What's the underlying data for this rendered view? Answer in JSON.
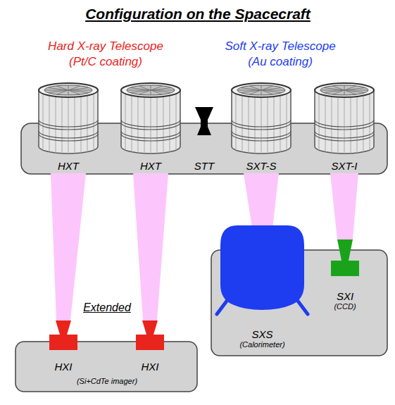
{
  "diagram": {
    "title": "Configuration on the Spacecraft",
    "nodes": [
      {
        "text": [
          "HXT"
        ]
      },
      {
        "text": [
          "HXT"
        ]
      },
      {
        "text": [
          "STT"
        ]
      },
      {
        "text": [
          "SXT-S"
        ]
      },
      {
        "text": [
          "SXT-I"
        ]
      },
      {
        "text": [
          "SXS",
          "(Calorimeter)"
        ]
      },
      {
        "text": [
          "SXI",
          "(CCD)"
        ]
      },
      {
        "text": [
          "HXI"
        ]
      },
      {
        "text": [
          "HXI"
        ]
      }
    ],
    "edges": [
      {
        "from": 0,
        "to": 7,
        "arrow": "none"
      },
      {
        "from": 1,
        "to": 8,
        "arrow": "none"
      },
      {
        "from": 3,
        "to": 5,
        "arrow": "none"
      },
      {
        "from": 4,
        "to": 6,
        "arrow": "none"
      }
    ],
    "labels": [
      "Hard X-ray Telescope",
      "(Pt/C coating)",
      "Soft X-ray Telescope",
      "(Au coating)",
      "Extended",
      "(Si+CdTe imager)"
    ]
  }
}
